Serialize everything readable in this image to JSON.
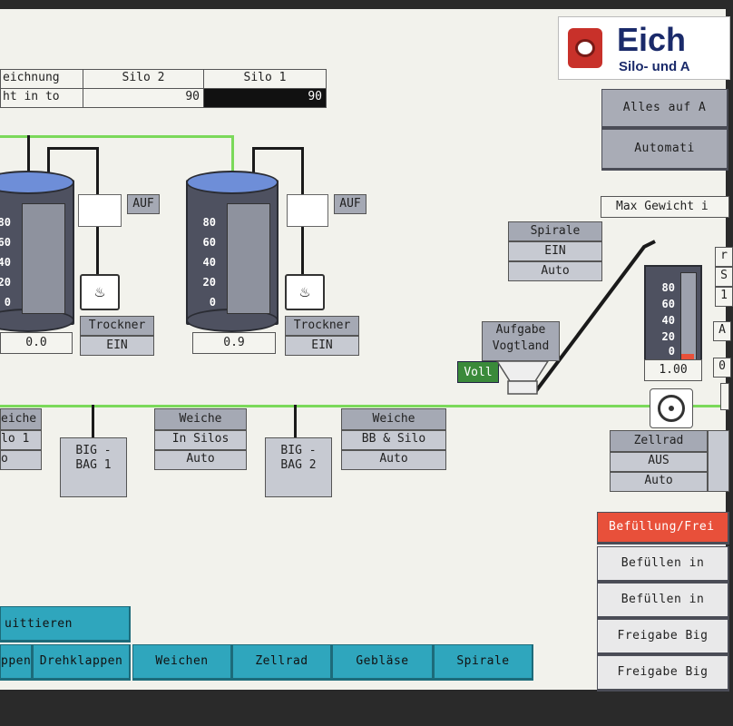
{
  "logo": {
    "brand": "Eich",
    "subtitle": "Silo- und A"
  },
  "silo_table": {
    "header": [
      "eichnung",
      "Silo 2",
      "Silo 1"
    ],
    "row": [
      "ht in to",
      "90",
      "90"
    ]
  },
  "silo2": {
    "levels": [
      "80",
      "60",
      "40",
      "20",
      "0"
    ],
    "readout": "0.0",
    "valve": "AUF",
    "dryer_label": "Trockner",
    "dryer_state": "EIN"
  },
  "silo1": {
    "levels": [
      "80",
      "60",
      "40",
      "20",
      "0"
    ],
    "readout": "0.9",
    "valve": "AUF",
    "dryer_label": "Trockner",
    "dryer_state": "EIN"
  },
  "spirale": {
    "title": "Spirale",
    "state": "EIN",
    "mode": "Auto"
  },
  "aufgabe": {
    "line1": "Aufgabe",
    "line2": "Vogtland",
    "voll": "Voll"
  },
  "hopper_gauge": {
    "levels": [
      "80",
      "60",
      "40",
      "20",
      "0"
    ],
    "readout": "1.00",
    "fill_fraction": 0.06
  },
  "right_top": {
    "btn1": "Alles auf A",
    "btn2": "Automati",
    "max_label": "Max Gewicht i"
  },
  "right_stubs": {
    "a": "r",
    "b": "S",
    "c": "1",
    "d": "A",
    "e": "0"
  },
  "weiche_left": {
    "title": "eiche",
    "pos": "lo 1",
    "mode": "o"
  },
  "bigbag1": {
    "line1": "BIG -",
    "line2": "BAG 1"
  },
  "weiche_mid": {
    "title": "Weiche",
    "pos": "In Silos",
    "mode": "Auto"
  },
  "bigbag2": {
    "line1": "BIG -",
    "line2": "BAG 2"
  },
  "weiche_right": {
    "title": "Weiche",
    "pos": "BB & Silo",
    "mode": "Auto"
  },
  "zellrad": {
    "title": "Zellrad",
    "state": "AUS",
    "mode": "Auto"
  },
  "fill_panel": {
    "header": "Befüllung/Frei",
    "items": [
      "Befüllen in",
      "Befüllen in",
      "Freigabe Big",
      "Freigabe Big"
    ]
  },
  "bottom": {
    "quittieren": "uittieren",
    "tabs": [
      "ppen",
      "Drehklappen",
      "Weichen",
      "Zellrad",
      "Gebläse",
      "Spirale"
    ]
  },
  "colors": {
    "pipe_active": "#7bd95a",
    "alarm": "#e8503a",
    "accent_teal": "#2fa6bd",
    "voll_green": "#3a8a3a"
  }
}
